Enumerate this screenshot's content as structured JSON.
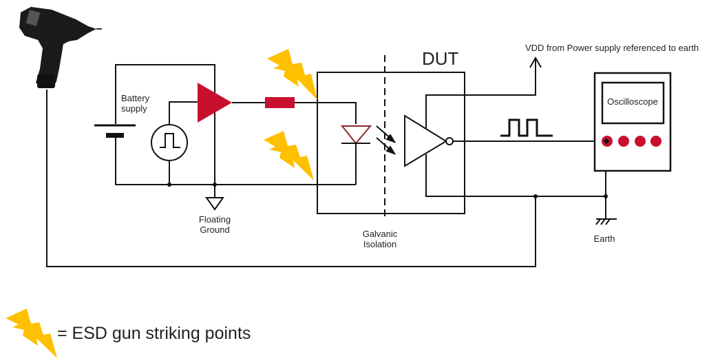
{
  "labels": {
    "battery": [
      "Battery",
      "supply"
    ],
    "floating_ground": [
      "Floating",
      "Ground"
    ],
    "dut": "DUT",
    "galvanic": [
      "Galvanic",
      "Isolation"
    ],
    "vdd": "VDD from Power supply referenced to earth",
    "oscilloscope": "Oscilloscope",
    "earth": "Earth",
    "legend": "= ESD gun striking points"
  },
  "colors": {
    "accent_red": "#c8102e",
    "bolt_yellow": "#ffc000",
    "diode_brown": "#8b2a2a",
    "wire": "#111111"
  }
}
